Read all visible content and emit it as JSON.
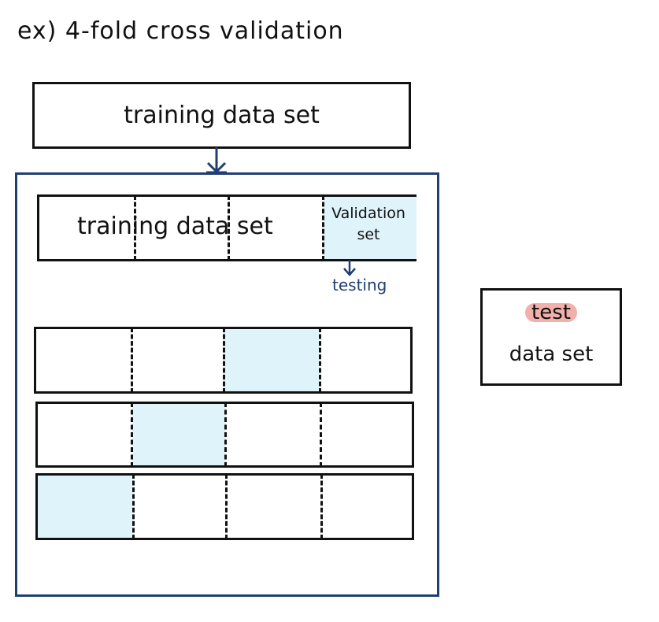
{
  "caption": "ex) 4-fold cross validation",
  "training_set": {
    "label": "training data set"
  },
  "cv": {
    "folds": 4,
    "validation_fold_position": [
      4,
      3,
      2,
      1
    ],
    "first_fold_training_label": "training data set",
    "validation_label_line1": "Validation",
    "validation_label_line2": "set",
    "testing_label": "testing"
  },
  "test_set": {
    "label_line1": "test",
    "label_line2": "data set"
  },
  "colors": {
    "validation_fill": "#dff3fb",
    "frame_border": "#1f3f73",
    "testing_text": "#1f3f73",
    "test_highlight": "#f2b0ad"
  },
  "icons": [
    "down-arrow-icon",
    "testing-arrow-icon"
  ]
}
